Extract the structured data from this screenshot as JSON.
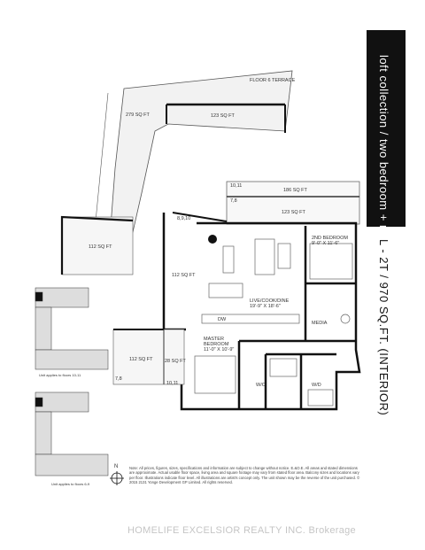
{
  "sidebar": {
    "title": "loft collection / two bedroom + media",
    "unit": "L - 2T / 970 SQ.FT. (INTERIOR)"
  },
  "labels": {
    "floor6_terrace": "FLOOR 6 TERRACE",
    "a279": "279 SQ FT",
    "a123_top": "123 SQ FT",
    "floors_10_11_top": "10,11",
    "floors_7_8_top": "7,8",
    "a186": "186 SQ FT",
    "a123_mid": "123 SQ FT",
    "floors_8_9_10": "8,9,10",
    "a112_left": "112 SQ FT",
    "a112_mid": "112 SQ FT",
    "bed2": "2ND BEDROOM\n9'-0\" X 11'-6\"",
    "live": "LIVE/COOK/DINE\n19'-9\" X 18'-6\"",
    "media": "MEDIA",
    "dw": "DW",
    "master": "MASTER\nBEDROOM\n11'-0\" X 10'-9\"",
    "a112_bottom": "112 SQ FT",
    "a28": "28 SQ FT",
    "floors_7_8_bottom": "7,8",
    "floors_10_11_bottom": "10,11",
    "wic": "W/C",
    "wd": "W/D",
    "north": "N",
    "key1": "Unit applies to floors 10-11",
    "key2": "Unit applies to floors 6-9"
  },
  "note": "Note: All prices, figures, sizes, specifications and information are subject to change without notice. E.&O.E. All areas and stated dimensions are approximate. Actual usable floor space, living area and square footage may vary from stated floor area. Balcony sizes and locations vary per floor. Illustrations indicate floor level. All illustrations are artist's concept only. The unit shown may be the reverse of the unit purchased. © 2015 2131 Yonge Development GP Limited. All rights reserved.",
  "watermark": "HOMELIFE EXCELSIOR REALTY INC. Brokerage"
}
